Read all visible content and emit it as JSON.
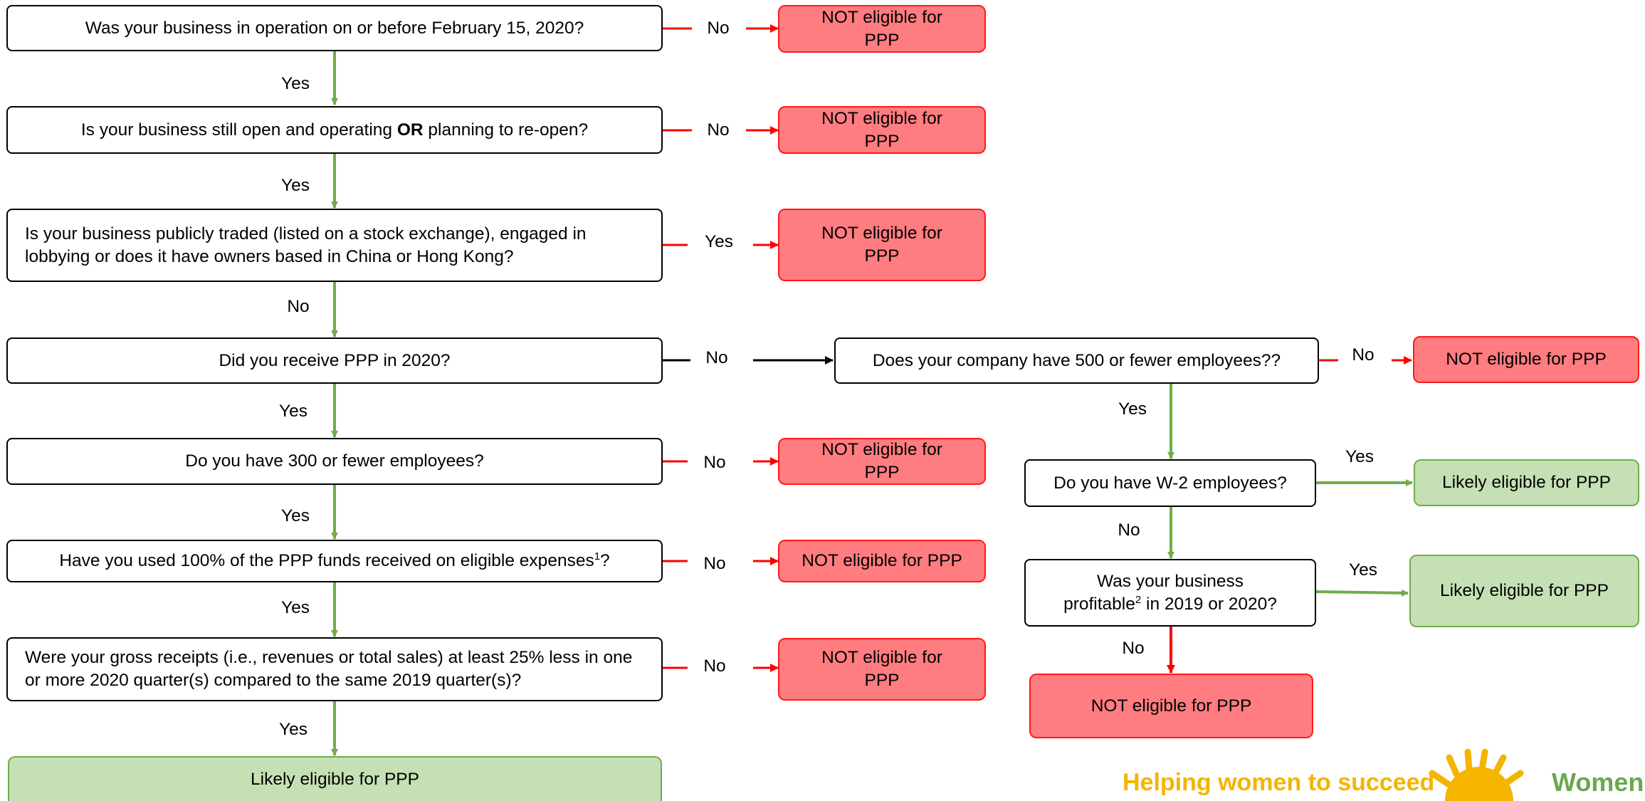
{
  "questions": {
    "q1": "Was your business in operation on or before February 15, 2020?",
    "q2_pre": "Is your business still open and operating ",
    "q2_bold": "OR",
    "q2_post": " planning to re-open?",
    "q3": "Is your business publicly traded (listed on a stock exchange), engaged in lobbying or does it have owners based in China or Hong Kong?",
    "q4": "Did you receive PPP in 2020?",
    "q5": "Do you have 300 or fewer employees?",
    "q6_pre": "Have you used 100% of the PPP funds received on eligible expenses",
    "q6_sup": "1",
    "q6_post": "?",
    "q7": "Were your gross receipts (i.e., revenues or total sales) at least 25% less in one or more 2020 quarter(s) compared to the same 2019 quarter(s)?",
    "r1": "Does your company have 500 or fewer employees??",
    "r2": "Do you have W-2 employees?",
    "r3_pre": "Was your business profitable",
    "r3_sup": "2",
    "r3_post": " in 2019 or 2020?"
  },
  "outcomes": {
    "not_eligible_split": "NOT eligible for PPP",
    "not_eligible": "NOT eligible for PPP",
    "likely_eligible": "Likely eligible for PPP"
  },
  "edge_labels": {
    "yes": "Yes",
    "no": "No"
  },
  "footer": {
    "tagline": "Helping women to succeed",
    "brand": "Women"
  },
  "colors": {
    "no_fill": "#ff7c80",
    "no_border": "#ff1a1a",
    "yes_fill": "#c5e0b4",
    "yes_border": "#70ad47",
    "green_arrow": "#70ad47",
    "red_arrow": "#ff0000",
    "black_arrow": "#000000",
    "tagline": "#f4b400"
  },
  "icons": {
    "logo": "sunburst-logo-icon"
  }
}
